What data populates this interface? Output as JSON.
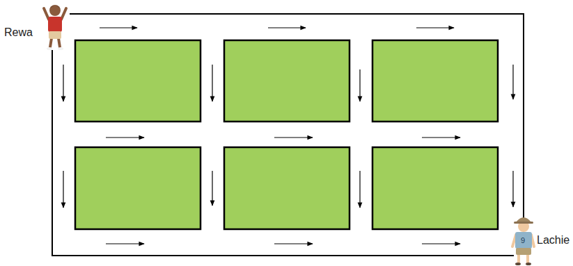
{
  "diagram": {
    "labels": [
      "Rewa",
      "Lachie",
      "9"
    ]
  }
}
